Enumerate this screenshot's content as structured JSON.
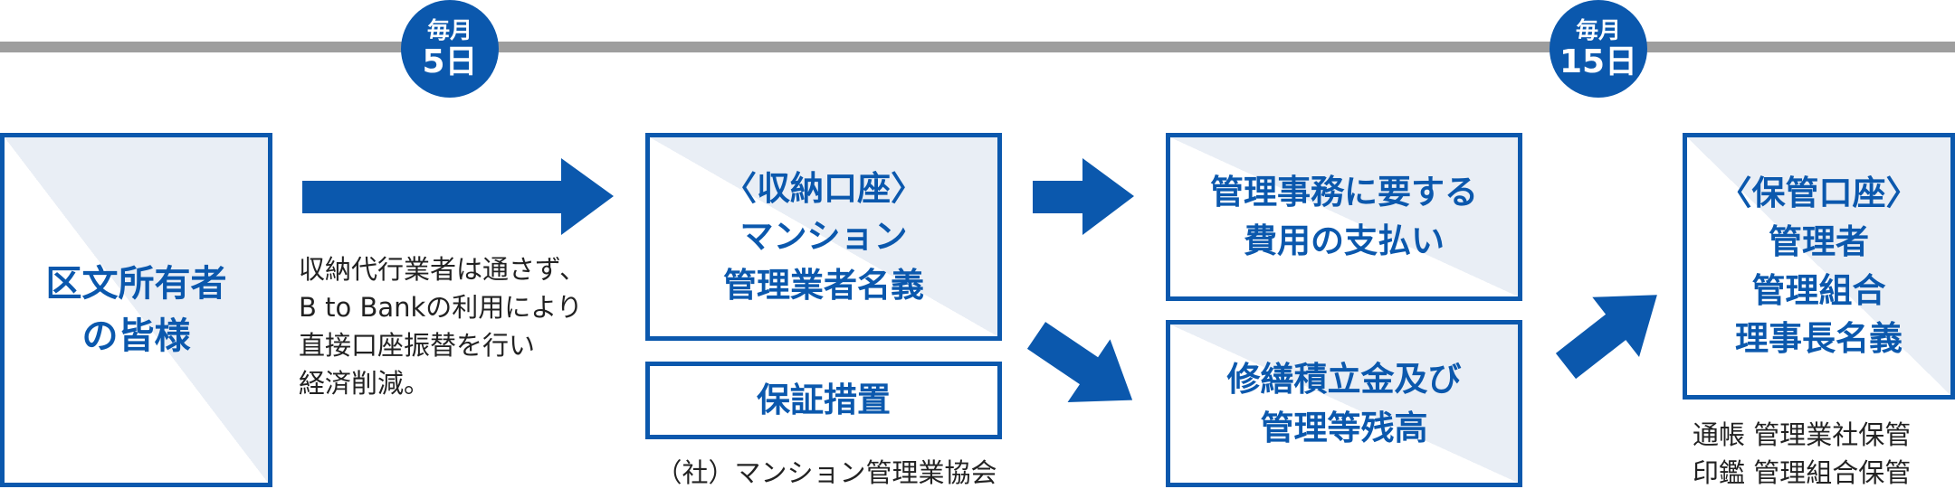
{
  "timeline": {
    "badges": [
      {
        "top": "毎月",
        "bottom": "5日"
      },
      {
        "top": "毎月",
        "bottom": "15日"
      }
    ]
  },
  "boxes": {
    "owner": "区文所有者\nの皆様",
    "collection_account": "〈収納口座〉\nマンション\n管理業者名義",
    "guarantee": "保証措置",
    "management_fees": "管理事務に要する\n費用の支払い",
    "reserve_fund": "修繕積立金及び\n管理等残高",
    "custody_account": "〈保管口座〉\n管理者\n管理組合\n理事長名義"
  },
  "notes": {
    "transfer": "収納代行業者は通さず、\nB to Bankの利用により\n直接口座振替を行い\n経済削減。",
    "association": "（社）マンション管理業協会",
    "custody": "通帳  管理業社保管\n印鑑  管理組合保管"
  },
  "colors": {
    "accent": "#0b58ad",
    "timeline": "#9e9e9e",
    "box_fill": "#e9eef5"
  },
  "icons": [
    "arrow-right-icon",
    "arrow-down-right-icon",
    "arrow-up-right-icon"
  ]
}
